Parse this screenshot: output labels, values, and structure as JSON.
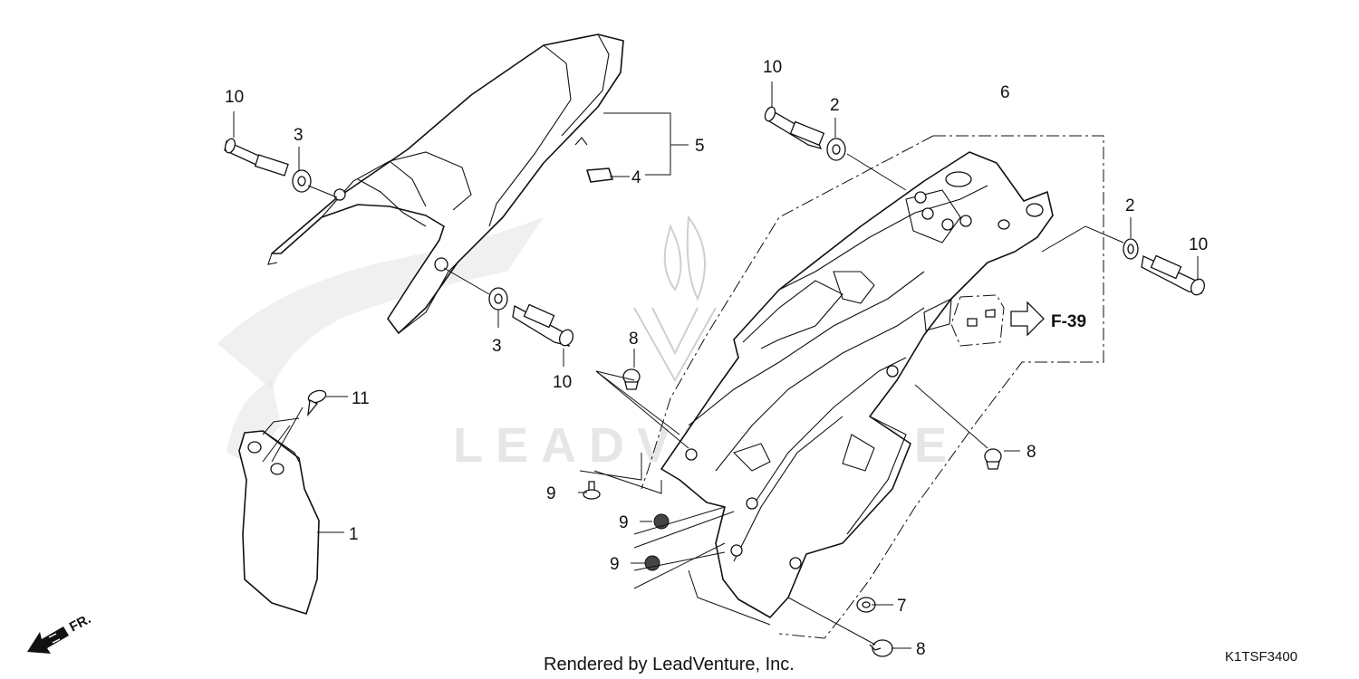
{
  "diagram": {
    "callouts": {
      "part_1": "1",
      "part_2_a": "2",
      "part_2_b": "2",
      "part_3_a": "3",
      "part_3_b": "3",
      "part_4": "4",
      "part_5": "5",
      "part_6": "6",
      "part_7": "7",
      "part_8_a": "8",
      "part_8_b": "8",
      "part_8_c": "8",
      "part_9_a": "9",
      "part_9_b": "9",
      "part_9_c": "9",
      "part_10_a": "10",
      "part_10_b": "10",
      "part_10_c": "10",
      "part_10_d": "10",
      "part_11": "11"
    },
    "reference_label": "F-39",
    "direction_label": "FR.",
    "footer_credit": "Rendered by LeadVenture, Inc.",
    "diagram_code": "K1TSF3400",
    "watermark_text": "LEADVENTURE"
  },
  "colors": {
    "line": "#111111",
    "background": "#ffffff",
    "watermark": "#cfcfcf"
  }
}
